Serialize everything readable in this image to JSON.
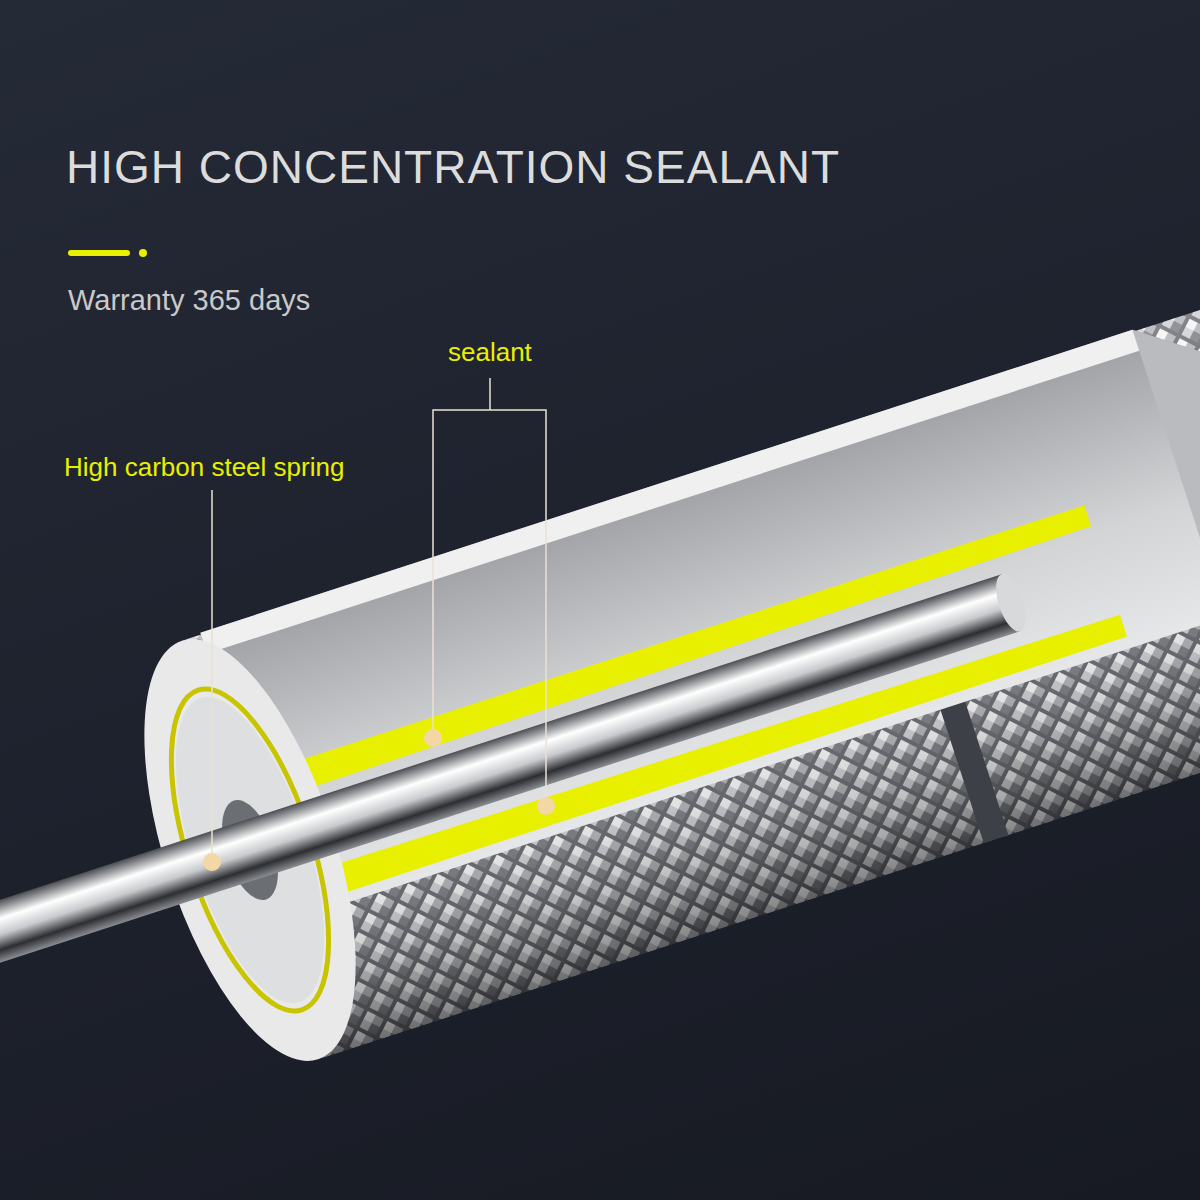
{
  "diagram": {
    "title": "HIGH CONCENTRATION SEALANT",
    "labels": [
      "Warranty 365 days",
      "sealant",
      "High carbon steel spring"
    ]
  }
}
